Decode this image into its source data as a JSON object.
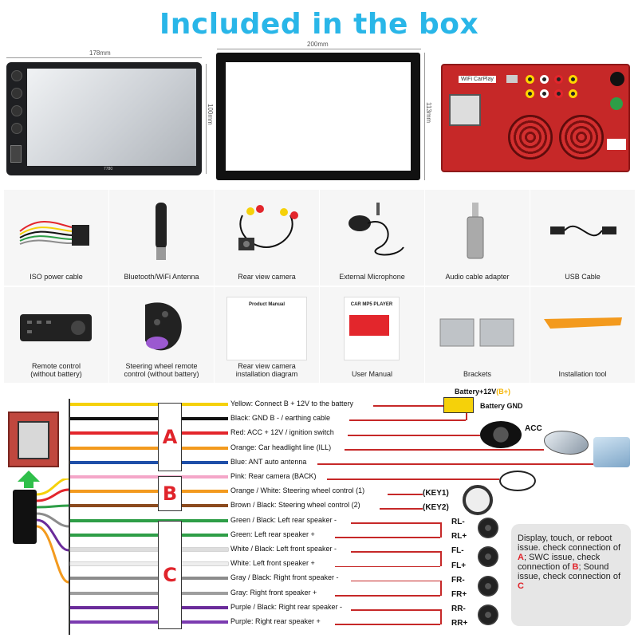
{
  "title": "Included in the box",
  "dimensions": {
    "stereo_width": "178mm",
    "stereo_height": "100mm",
    "frame_width": "200mm",
    "frame_height": "113mm"
  },
  "stereo_label": "7780",
  "back_panel_label": "WiFi CarPlay",
  "items": [
    {
      "label": "ISO power cable",
      "icon": "iso-cable-icon"
    },
    {
      "label": "Bluetooth/WiFi Antenna",
      "icon": "antenna-icon"
    },
    {
      "label": "Rear view camera",
      "icon": "camera-icon"
    },
    {
      "label": "External Microphone",
      "icon": "microphone-icon"
    },
    {
      "label": "Audio cable adapter",
      "icon": "adapter-icon"
    },
    {
      "label": "USB Cable",
      "icon": "usb-cable-icon"
    },
    {
      "label": "Remote control\n(without battery)",
      "icon": "remote-icon"
    },
    {
      "label": "Steering wheel remote\ncontrol (without battery)",
      "icon": "steering-remote-icon"
    },
    {
      "label": "Rear view camera\ninstallation diagram",
      "icon": "diagram-sheet-icon"
    },
    {
      "label": "User Manual",
      "icon": "manual-icon"
    },
    {
      "label": "Brackets",
      "icon": "brackets-icon"
    },
    {
      "label": "Installation tool",
      "icon": "pry-tool-icon"
    }
  ],
  "manual_texts": {
    "product_manual": "Product Manual",
    "car_mp5": "CAR MP5 PLAYER"
  },
  "wiring": {
    "wires": [
      {
        "label": "Yellow: Connect B + 12V to the battery",
        "color": "#f5d10a"
      },
      {
        "label": "Black: GND B - / earthing cable",
        "color": "#111111"
      },
      {
        "label": "Red: ACC + 12V / ignition switch",
        "color": "#e3262c"
      },
      {
        "label": "Orange: Car headlight line (ILL)",
        "color": "#f39a1e"
      },
      {
        "label": "Blue: ANT auto antenna",
        "color": "#1f4fa8"
      },
      {
        "label": "Pink: Rear camera (BACK)",
        "color": "#f4a6c8"
      },
      {
        "label": "Orange / White: Steering wheel control (1)",
        "color": "#f39a1e"
      },
      {
        "label": "Brown / Black: Steering wheel control (2)",
        "color": "#8b4a1e"
      },
      {
        "label": "Green / Black: Left rear speaker -",
        "color": "#2e9e47"
      },
      {
        "label": "Green: Left rear speaker +",
        "color": "#2e9e47"
      },
      {
        "label": "White / Black: Left front speaker -",
        "color": "#dddddd"
      },
      {
        "label": "White: Left front speaker +",
        "color": "#eeeeee"
      },
      {
        "label": "Gray / Black: Right front speaker -",
        "color": "#8c8c8c"
      },
      {
        "label": "Gray: Right front speaker +",
        "color": "#9e9e9e"
      },
      {
        "label": "Purple / Black: Right rear speaker -",
        "color": "#6a2b9a"
      },
      {
        "label": "Purple: Right rear speaker +",
        "color": "#7b3bb0"
      }
    ],
    "groups": [
      "A",
      "B",
      "C"
    ],
    "battery_plus": "Battery+12V",
    "battery_plus_suffix": "(B+)",
    "battery_gnd": "Battery GND",
    "acc": "ACC",
    "key1": "(KEY1)",
    "key2": "(KEY2)",
    "speakers": [
      "RL-",
      "RL+",
      "FL-",
      "FL+",
      "FR-",
      "FR+",
      "RR-",
      "RR+"
    ]
  },
  "note": {
    "part1": "Display, touch, or reboot issue. check connection of ",
    "a": "A",
    "part2": "; SWC issue, check connection of ",
    "b": "B",
    "part3": "; Sound issue, check connection of ",
    "c": "C"
  }
}
